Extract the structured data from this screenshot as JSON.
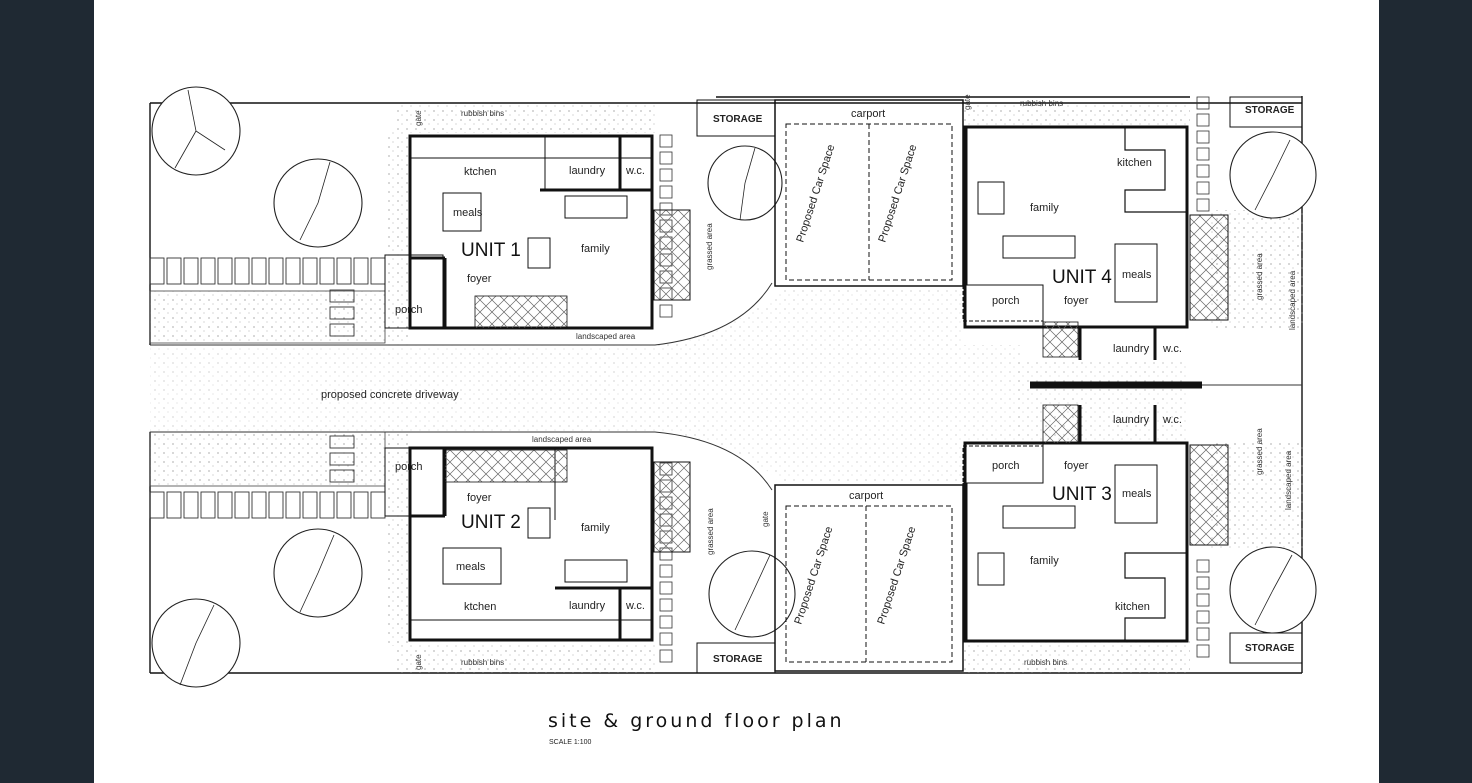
{
  "plan": {
    "title": "site & ground floor plan",
    "scale": "SCALE 1:100"
  },
  "labels": {
    "unit1": "UNIT 1",
    "unit2": "UNIT 2",
    "unit3": "UNIT 3",
    "unit4": "UNIT 4",
    "kitchen": "kitchen",
    "kitchen_alt": "ktchen",
    "laundry": "laundry",
    "wc": "w.c.",
    "meals": "meals",
    "family": "family",
    "foyer": "foyer",
    "porch": "porch",
    "storage": "STORAGE",
    "carport": "carport",
    "car_space": "Proposed Car Space",
    "driveway": "proposed concrete driveway",
    "landscaped": "landscaped area",
    "grassed": "grassed area",
    "rubbish": "rubbish bins",
    "gate": "gate"
  },
  "colors": {
    "background": "#1f2933",
    "sheet": "#ffffff",
    "line": "#111111"
  }
}
